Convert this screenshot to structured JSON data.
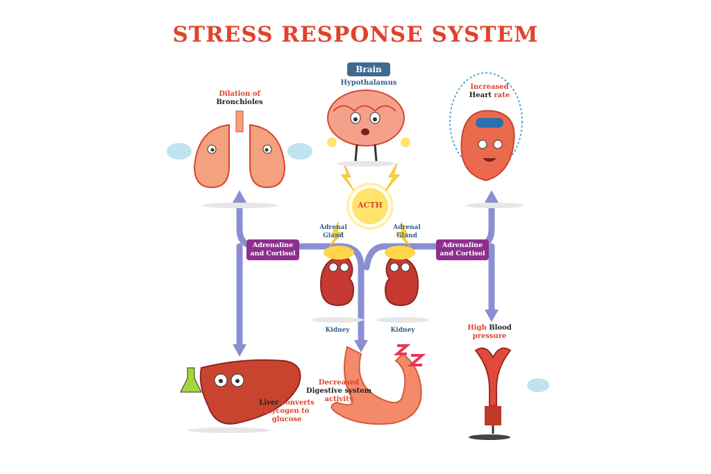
{
  "title": "STRESS RESPONSE SYSTEM",
  "brain": {
    "tag": "Brain",
    "sub": "Hypothalamus"
  },
  "acth": "ACTH",
  "lungs": {
    "line1": "Dilation of",
    "line2": "Bronchioles"
  },
  "heart": {
    "line1": "Increased",
    "line2a": "Heart",
    "line2b": "rate"
  },
  "adrenal_left": {
    "line1": "Adrenal",
    "line2": "Gland"
  },
  "adrenal_right": {
    "line1": "Adrenal",
    "line2": "Gland"
  },
  "hormone_left": {
    "line1": "Adrenaline",
    "line2": "and Cortisol"
  },
  "hormone_right": {
    "line1": "Adrenaline",
    "line2": "and Cortisol"
  },
  "kidney_left": "Kidney",
  "kidney_right": "Kidney",
  "liver": {
    "a": "Liver",
    "b": "converts",
    "c": "glycogen to",
    "d": "glucose"
  },
  "digestive": {
    "line1": "Decreased",
    "line2": "Digestive system",
    "line3": "activity"
  },
  "bp": {
    "line1a": "High",
    "line1b": "Blood",
    "line2": "pressure"
  },
  "colors": {
    "title": "#e0432c",
    "arrow": "#8b8fd1",
    "hormone_box": "#8e2f8e",
    "brain_tag": "#3f6a8f",
    "organ": "#e8734f"
  }
}
